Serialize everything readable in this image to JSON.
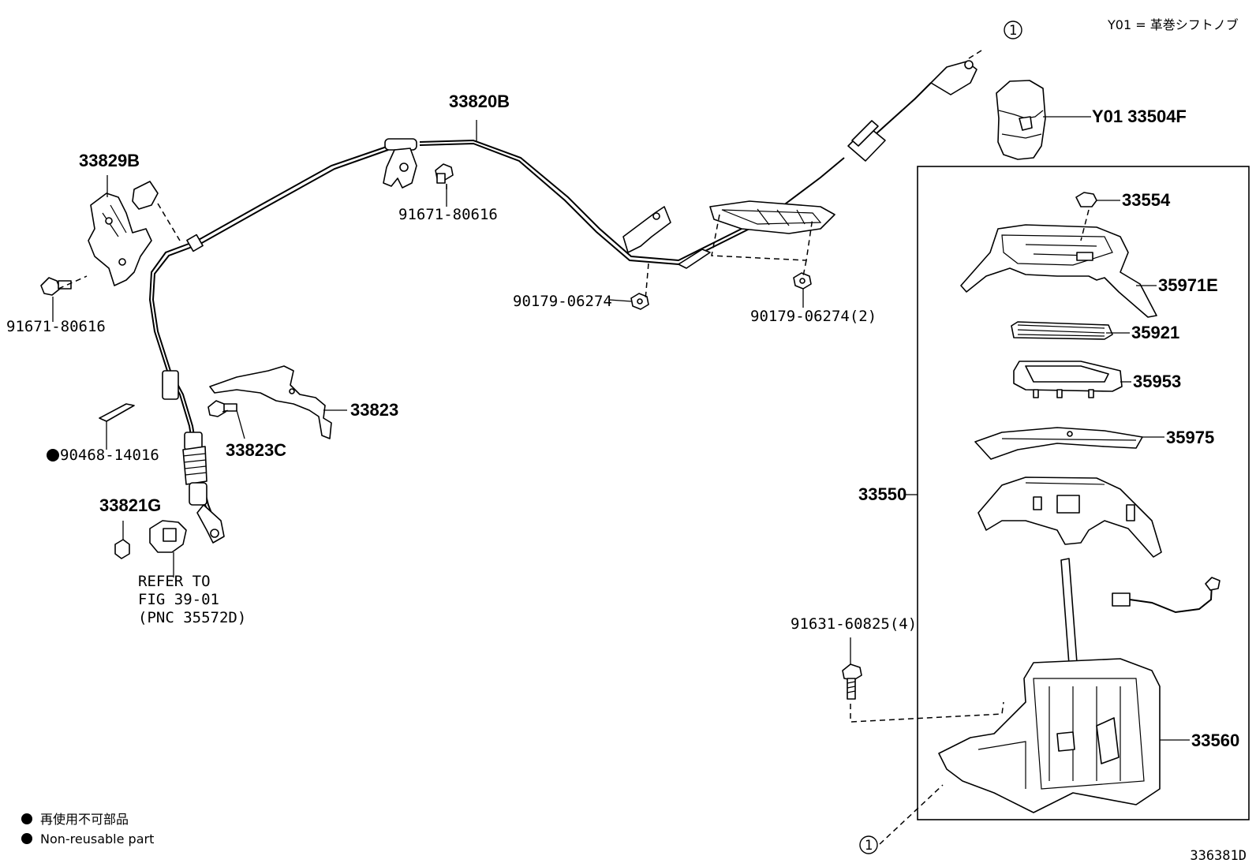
{
  "header_note": "Y01 = 革巻シフトノブ",
  "figure_id": "336381D",
  "callout_ref": "1",
  "parts": {
    "cable_assy": "33820B",
    "bracket_left": "33829B",
    "bolt_left": "91671-80616",
    "bolt_center": "91671-80616",
    "nut_center": "90179-06274",
    "nut_right": "90179-06274(2)",
    "clip": "90468-14016",
    "bracket_lower": "33823",
    "bolt_lower": "33823C",
    "retainer": "33821G",
    "refer_line1": "REFER TO",
    "refer_line2": "FIG 39-01",
    "refer_line3": "(PNC 35572D)",
    "knob": "Y01 33504F",
    "plug": "33554",
    "housing": "35971E",
    "plate": "35921",
    "frame": "35953",
    "slide": "35975",
    "assy": "33550",
    "bolt_shift": "91631-60825(4)",
    "shift_lever": "33560"
  },
  "legend": {
    "jp": "再使用不可部品",
    "en": "Non-reusable part"
  }
}
